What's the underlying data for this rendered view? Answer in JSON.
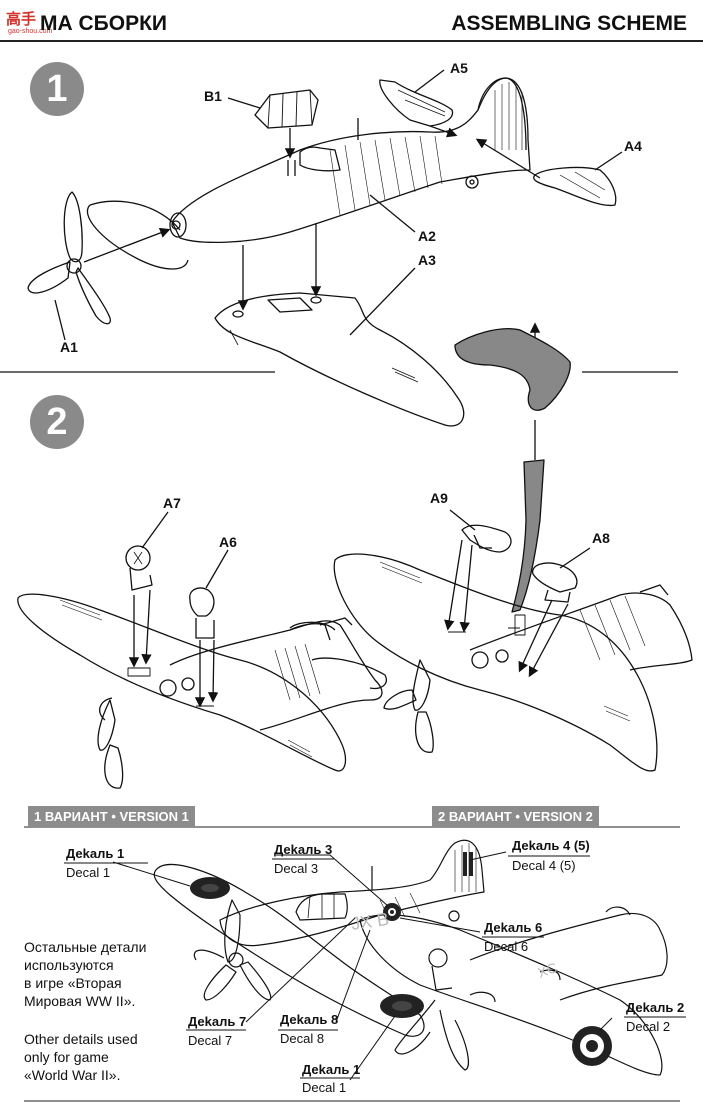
{
  "header": {
    "logo": "高手",
    "logo_sub": "gao-shou.com",
    "title_ru": "МА СБОРКИ",
    "title_en": "ASSEMBLING SCHEME"
  },
  "steps": [
    "1",
    "2"
  ],
  "parts": {
    "a1": "A1",
    "a2": "A2",
    "a3": "A3",
    "a4": "A4",
    "a5": "A5",
    "b1": "B1",
    "a6": "A6",
    "a7": "A7",
    "a8": "A8",
    "a9": "A9"
  },
  "versions": {
    "v1": "1 ВАРИАНТ • VERSION 1",
    "v2": "2 ВАРИАНТ • VERSION 2"
  },
  "decals": {
    "d1_top": {
      "ru": "Деkаль 1",
      "en": "Decal 1"
    },
    "d3": {
      "ru": "Деkаль 3",
      "en": "Decal 3"
    },
    "d4": {
      "ru": "Деkаль 4 (5)",
      "en": "Decal 4 (5)"
    },
    "d6": {
      "ru": "Деkаль 6",
      "en": "Decal 6"
    },
    "d7": {
      "ru": "Деkаль 7",
      "en": "Decal 7"
    },
    "d8": {
      "ru": "Деkаль 8",
      "en": "Decal 8"
    },
    "d1_bottom": {
      "ru": "Деkаль 1",
      "en": "Decal 1"
    },
    "d2": {
      "ru": "Деkаль 2",
      "en": "Decal 2"
    }
  },
  "notes": {
    "ru": [
      "Остальные детали",
      "используются",
      "в игре «Вторая",
      "Мировая WW II»."
    ],
    "en": [
      "Other details used",
      "only for game",
      "«World War II»."
    ]
  },
  "fuselage_code": "JX  B",
  "fuselage_code_2": "XC"
}
